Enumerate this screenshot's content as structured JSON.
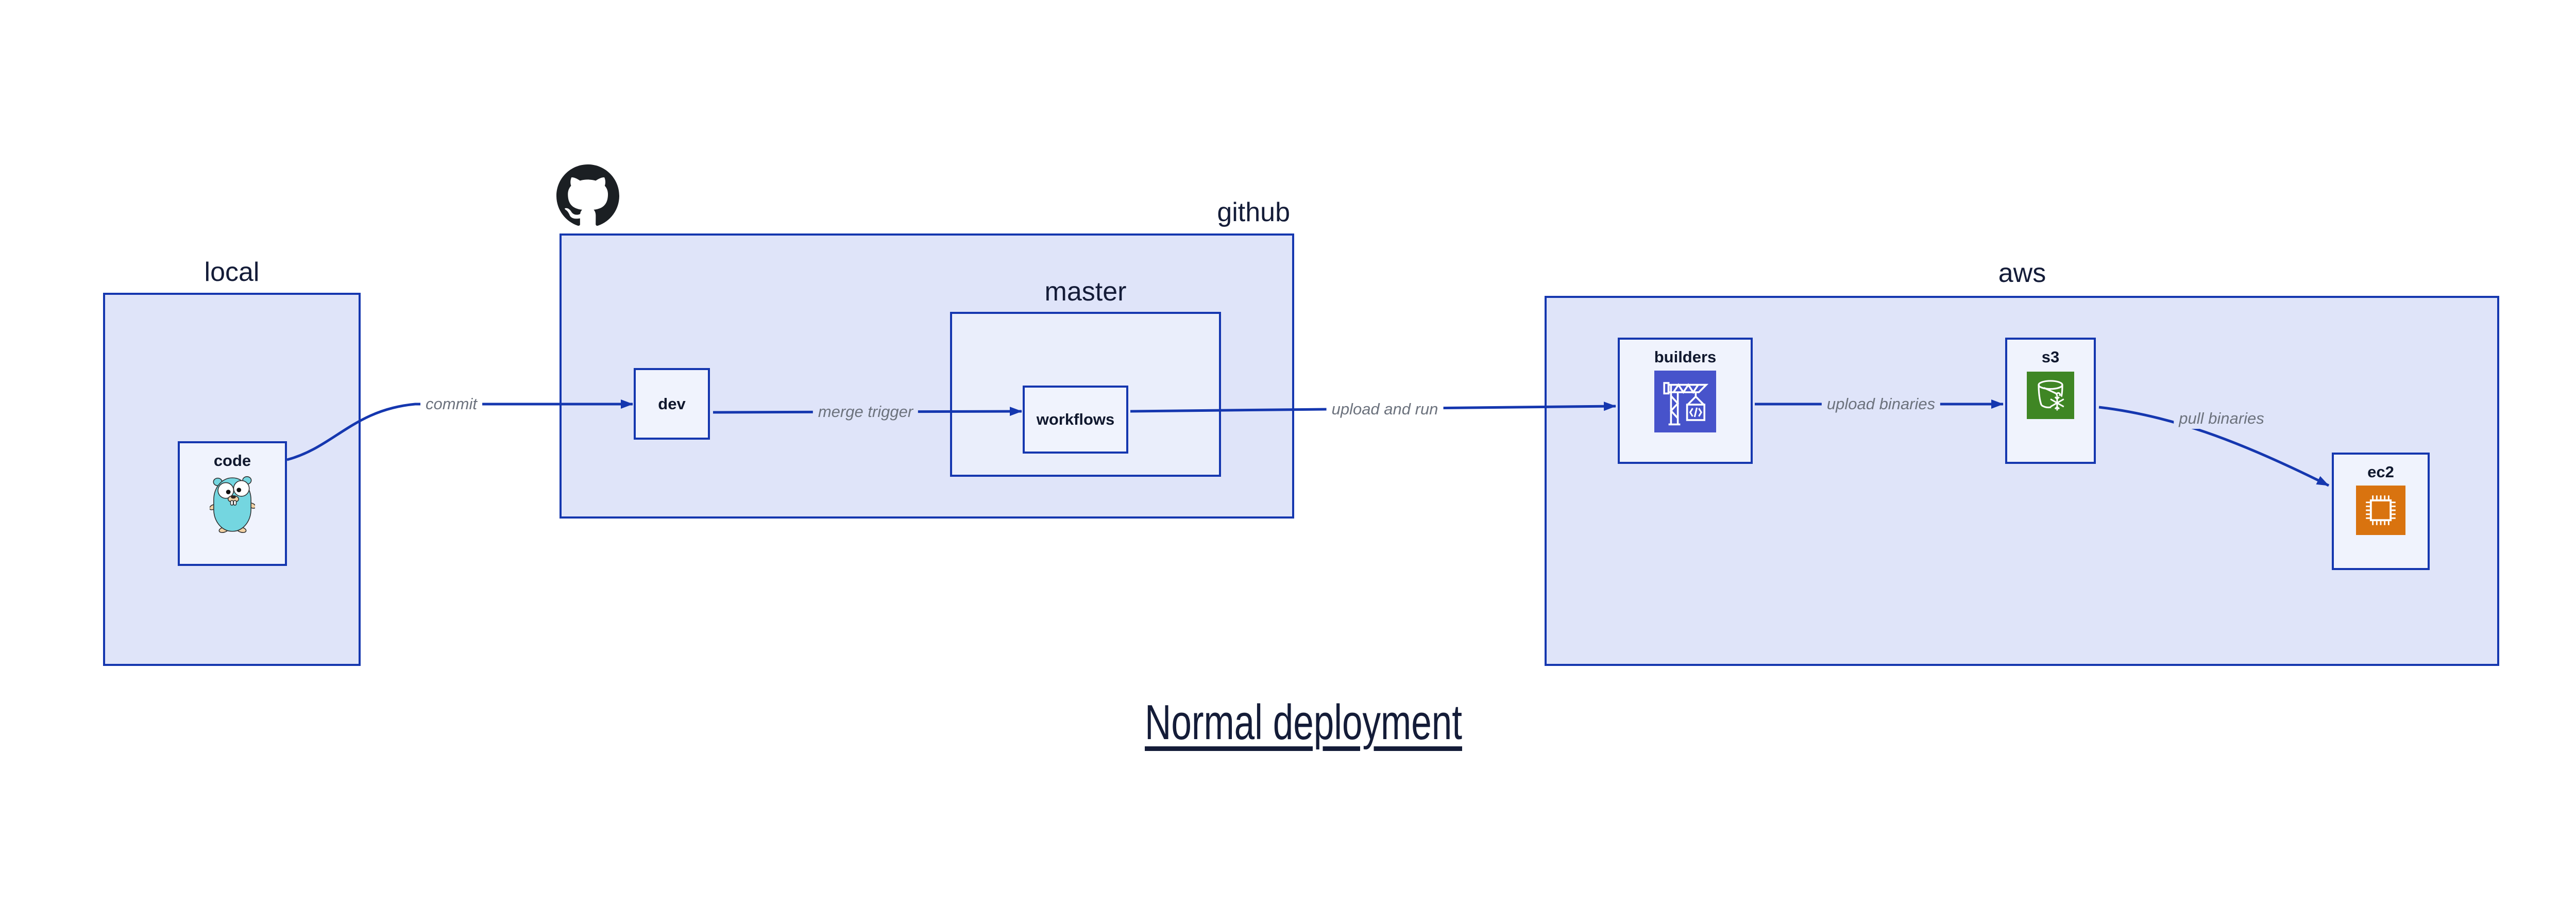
{
  "title": {
    "text": "Normal deployment"
  },
  "containers": {
    "local": {
      "label": "local"
    },
    "github": {
      "label": "github",
      "logo_icon": "github-octocat-icon"
    },
    "master": {
      "label": "master"
    },
    "aws": {
      "label": "aws"
    }
  },
  "nodes": {
    "code": {
      "label": "code",
      "icon": "go-gopher-icon"
    },
    "dev": {
      "label": "dev"
    },
    "workflows": {
      "label": "workflows"
    },
    "builders": {
      "label": "builders",
      "icon": "codebuild-crane-icon"
    },
    "s3": {
      "label": "s3",
      "icon": "s3-glacier-bucket-icon"
    },
    "ec2": {
      "label": "ec2",
      "icon": "ec2-chip-icon"
    }
  },
  "edges": [
    {
      "id": "commit",
      "label": "commit",
      "from": "code",
      "to": "dev"
    },
    {
      "id": "merge-trigger",
      "label": "merge trigger",
      "from": "dev",
      "to": "workflows"
    },
    {
      "id": "upload-and-run",
      "label": "upload and run",
      "from": "workflows",
      "to": "builders"
    },
    {
      "id": "upload-binaries",
      "label": "upload binaries",
      "from": "builders",
      "to": "s3"
    },
    {
      "id": "pull-binaries",
      "label": "pull binaries",
      "from": "s3",
      "to": "ec2"
    }
  ],
  "colors": {
    "edge_and_border_blue": "#1537af",
    "container_fill": "#dfe4f9",
    "master_fill": "#eaeefb",
    "node_fill": "#f0f3fd",
    "label_navy": "#141c38",
    "edge_label_gray": "#6c727d",
    "octocat_black": "#1b1f23",
    "codebuild_indigo": "#4753cb",
    "s3_green": "#3f8624",
    "ec2_orange": "#d9730f",
    "gopher_teal": "#74d6e0",
    "gopher_tan": "#f2d1a4",
    "canvas_white": "#ffffff"
  }
}
